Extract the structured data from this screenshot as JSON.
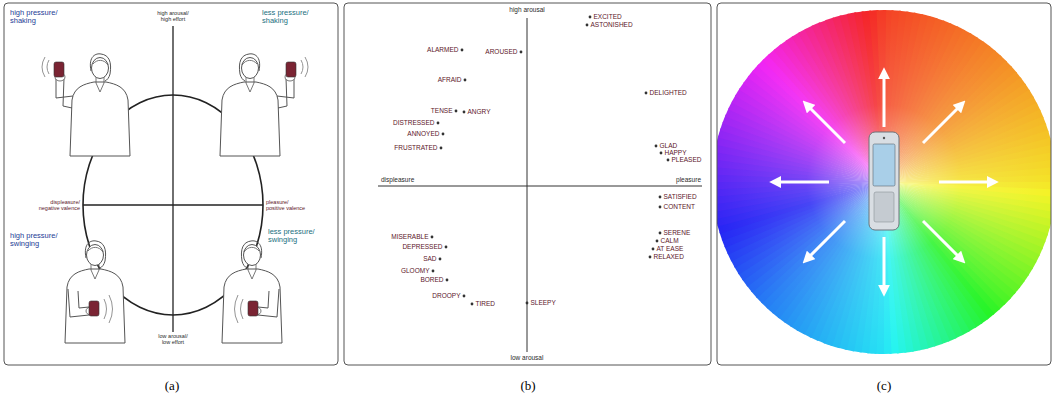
{
  "diagram": {
    "labels": [
      "high pressure/ shaking",
      "less pressure/ shaking",
      "high arousal/ high effort",
      "displeasure/ negative valence",
      "pleasure/ positive valence",
      "high pressure/ swinging",
      "less pressure/ swinging",
      "low arousal/ low effort",
      "high arousal",
      "low arousal",
      "displeasure",
      "pleasure",
      "ALARMED",
      "AROUSED",
      "EXCITED",
      "ASTONISHED",
      "AFRAID",
      "TENSE",
      "ANGRY",
      "DISTRESSED",
      "ANNOYED",
      "FRUSTRATED",
      "DELIGHTED",
      "GLAD",
      "HAPPY",
      "PLEASED",
      "SATISFIED",
      "CONTENT",
      "SERENE",
      "CALM",
      "AT EASE",
      "RELAXED",
      "MISERABLE",
      "DEPRESSED",
      "SAD",
      "GLOOMY",
      "BORED",
      "DROOPY",
      "TIRED",
      "SLEEPY",
      "(a)",
      "(b)",
      "(c)"
    ]
  }
}
